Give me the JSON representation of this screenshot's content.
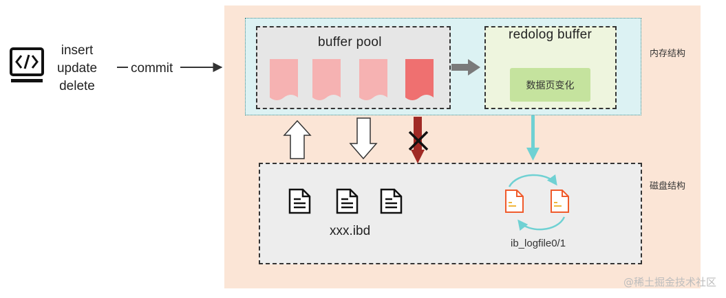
{
  "operations": [
    "insert",
    "update",
    "delete"
  ],
  "commit_label": "commit",
  "memory": {
    "side_label": "内存结构",
    "buffer_pool": {
      "title": "buffer pool",
      "page_colors": [
        "#f6b2b2",
        "#f6b2b2",
        "#f6b2b2",
        "#ef7070"
      ]
    },
    "redolog_buffer": {
      "title": "redolog buffer",
      "change_label": "数据页变化"
    }
  },
  "disk": {
    "side_label": "磁盘结构",
    "data_file_label": "xxx.ibd",
    "log_file_label": "ib_logfile0/1"
  },
  "watermark": "@稀土掘金技术社区",
  "icons": {
    "code-window": "code-window-icon",
    "data-file": "document-icon",
    "log-file": "log-file-icon",
    "cycle": "cycle-arrow-icon",
    "blocked": "x-mark-icon"
  },
  "colors": {
    "outer_panel": "#fbe5d6",
    "memory_bg": "#dcf2f3",
    "buffer_pool_bg": "#e6e6e6",
    "redolog_bg": "#eef5de",
    "change_box": "#c5e39e",
    "log_file": "#f05a2a",
    "cyan_arrow": "#6fd1d3",
    "flush_arrow": "#a02a25"
  }
}
